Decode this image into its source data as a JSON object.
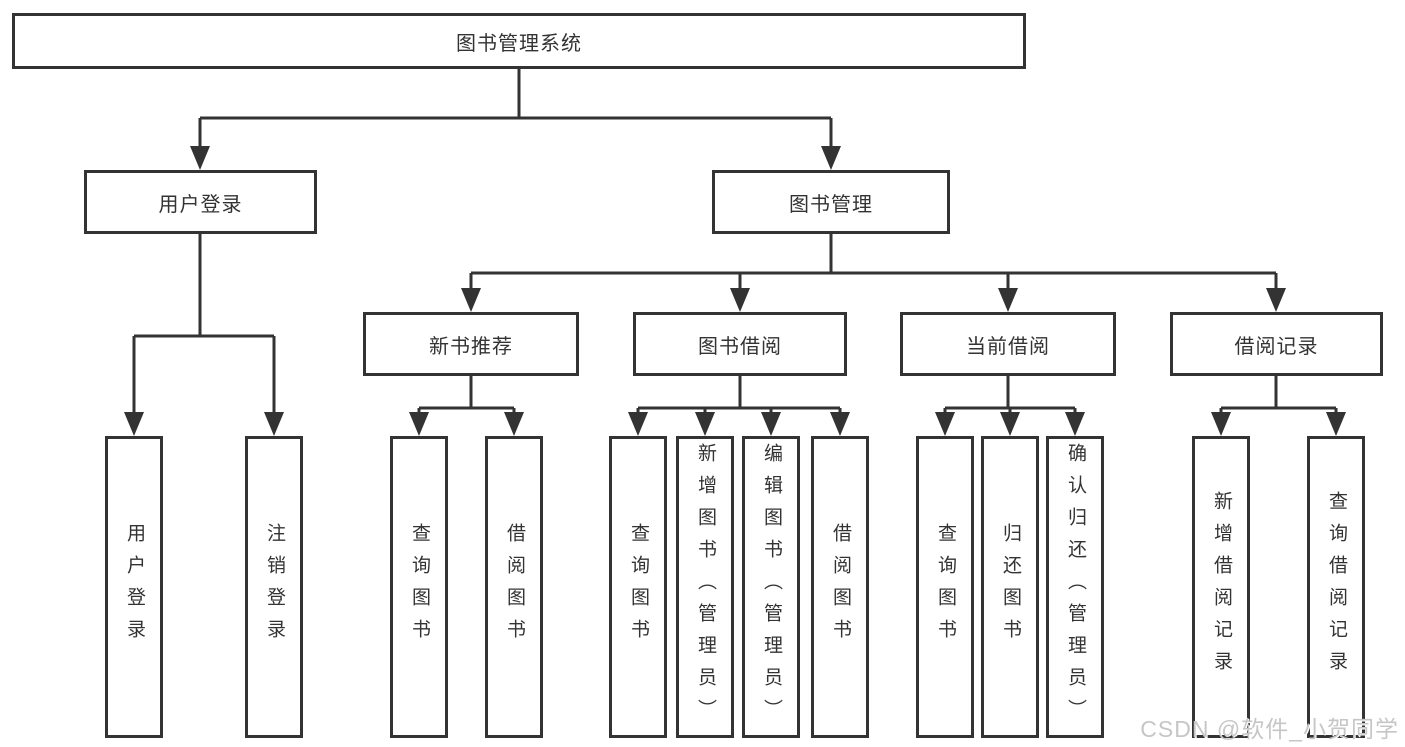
{
  "tree": {
    "root": {
      "label": "图书管理系统"
    },
    "branches": [
      {
        "label": "用户登录",
        "children": [
          {
            "label": "用户登录"
          },
          {
            "label": "注销登录"
          }
        ]
      },
      {
        "label": "图书管理",
        "children": [
          {
            "label": "新书推荐",
            "children": [
              {
                "label": "查询图书"
              },
              {
                "label": "借阅图书"
              }
            ]
          },
          {
            "label": "图书借阅",
            "children": [
              {
                "label": "查询图书"
              },
              {
                "label": "新增图书（管理员）"
              },
              {
                "label": "编辑图书（管理员）"
              },
              {
                "label": "借阅图书"
              }
            ]
          },
          {
            "label": "当前借阅",
            "children": [
              {
                "label": "查询图书"
              },
              {
                "label": "归还图书"
              },
              {
                "label": "确认归还（管理员）"
              }
            ]
          },
          {
            "label": "借阅记录",
            "children": [
              {
                "label": "新增借阅记录"
              },
              {
                "label": "查询借阅记录"
              }
            ]
          }
        ]
      }
    ]
  },
  "watermark": {
    "text": "CSDN @软件_小贺同学"
  },
  "colors": {
    "line": "#333333",
    "watermark": "#c6c6c6",
    "background": "#ffffff"
  }
}
